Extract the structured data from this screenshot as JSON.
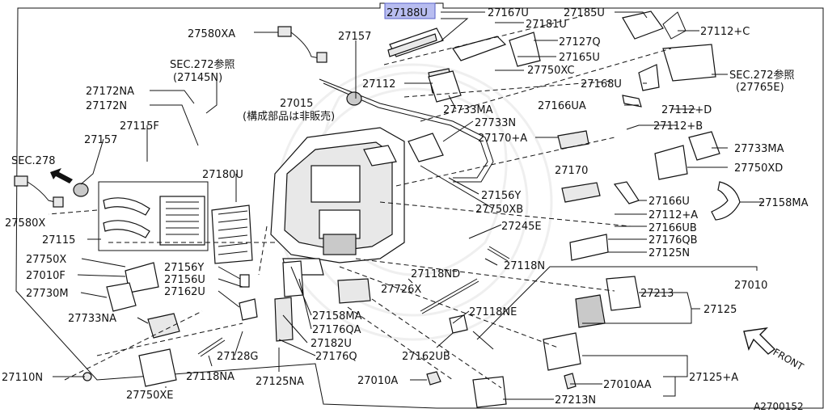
{
  "diagram": {
    "highlight_color": "#b8bdf0",
    "diagram_id": "A2700152",
    "front_label": "FRONT",
    "labels": {
      "p27188U": "27188U",
      "p27167U": "27167U",
      "p27185U": "27185U",
      "p27181U": "27181U",
      "p27580XA": "27580XA",
      "p27157_top": "27157",
      "p27127Q": "27127Q",
      "p27112C": "27112+C",
      "p27165U": "27165U",
      "sec272a_1": "SEC.272参照",
      "sec272a_2": "(27145N)",
      "sec272b_1": "SEC.272参照",
      "sec272b_2": "(27765E)",
      "p27750XC": "27750XC",
      "p27112_mid": "27112",
      "p27168U": "27168U",
      "p27172NA": "27172NA",
      "p27015": "27015",
      "p27015_note": "(構成部品は非販売)",
      "p27172N": "27172N",
      "p27733MA_top": "27733MA",
      "p27166UA": "27166UA",
      "p27112D": "27112+D",
      "p27733N": "27733N",
      "p27115F": "27115F",
      "p27112B": "27112+B",
      "p27157_left": "27157",
      "p27170A": "27170+A",
      "sec278": "SEC.278",
      "p27733MA_right": "27733MA",
      "p27180U": "27180U",
      "p27170": "27170",
      "p27750XD": "27750XD",
      "p27156Y_top": "27156Y",
      "p27166U": "27166U",
      "p27158MA_right": "27158MA",
      "p27750XB": "27750XB",
      "p27112A": "27112+A",
      "p27580X": "27580X",
      "p27245E": "27245E",
      "p27166UB": "27166UB",
      "p27115": "27115",
      "p27176QB": "27176QB",
      "p27750X": "27750X",
      "p27125N": "27125N",
      "p27118N": "27118N",
      "p27010F": "27010F",
      "p27156Y_left": "27156Y",
      "p27118ND": "27118ND",
      "p27156U": "27156U",
      "p27010": "27010",
      "p27162U": "27162U",
      "p27730M": "27730M",
      "p27726X": "27726X",
      "p27213_top": "27213",
      "p27125": "27125",
      "p27158MA_mid": "27158MA",
      "p27733NA": "27733NA",
      "p27118NE": "27118NE",
      "p27176QA": "27176QA",
      "p27182U": "27182U",
      "p27128G": "27128G",
      "p27176Q": "27176Q",
      "p27162UB": "27162UB",
      "p27118NA": "27118NA",
      "p27125NA": "27125NA",
      "p27110N": "27110N",
      "p27010A": "27010A",
      "p27010AA": "27010AA",
      "p27125A": "27125+A",
      "p27750XE": "27750XE",
      "p27213N": "27213N"
    }
  }
}
